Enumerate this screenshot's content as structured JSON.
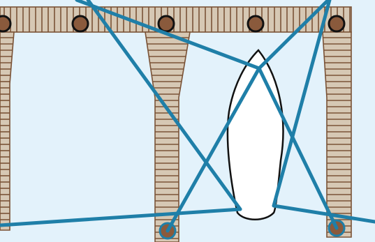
{
  "game": {
    "scene": "boat-mooring-puzzle",
    "colors": {
      "water": "#e3f2fb",
      "plank": "#d6c8b4",
      "wood_edge": "#7a5236",
      "post": "#8a5a3c",
      "rope": "#1f7fa8",
      "boat": "#ffffff"
    },
    "boat": {
      "count": 1
    },
    "bollards": {
      "top_row": 5,
      "ringed": 3
    },
    "ropes": {
      "count": 7
    }
  }
}
